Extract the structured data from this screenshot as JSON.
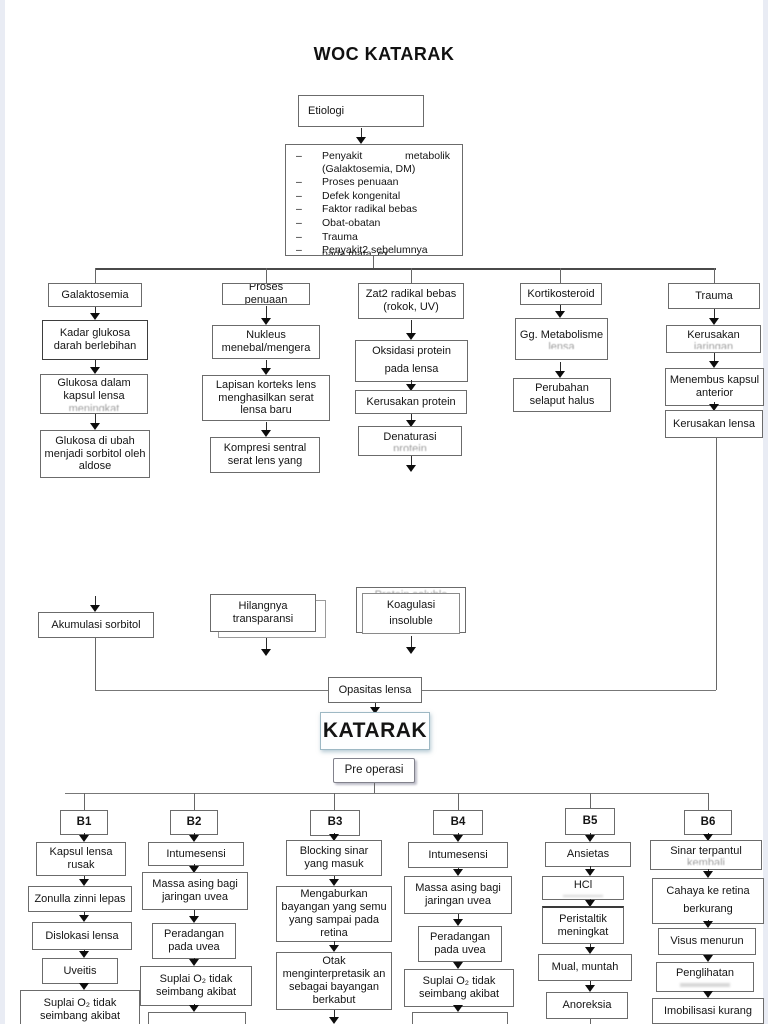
{
  "title": "WOC KATARAK",
  "etiologi_list": {
    "dash": "–",
    "causes": [
      "Penyakit metabolik (Galaktosemia, DM)",
      "Proses penuaan",
      "Defek kongenital",
      "Faktor radikal bebas",
      "Obat-obatan",
      "Trauma"
    ],
    "causes_last": {
      "line1": "Penyakit2 sebelumnya",
      "line2": "pada mata,   ex   :"
    }
  },
  "nodes": {
    "etiologi": "Etiologi",
    "galaktosemia": "Galaktosemia",
    "proses_penuaan": "Proses penuaan",
    "zat2": "Zat2 radikal bebas (rokok, UV)",
    "kortikosteroid": "Kortikosteroid",
    "trauma": "Trauma",
    "kadar_glukosa": "Kadar glukosa darah berlebihan",
    "glukosa_kapsul": "Glukosa dalam kapsul lensa",
    "glukosa_sorbitol": "Glukosa di ubah menjadi sorbitol oleh aldose",
    "akumulasi_sorbitol": "Akumulasi sorbitol",
    "nukleus": "Nukleus menebal/mengera",
    "lapisan_korteks": "Lapisan korteks lens menghasilkan serat lensa baru",
    "kompresi_sentral": "Kompresi sentral serat lens yang",
    "hilangnya_transparansi": "Hilangnya transparansi",
    "oksidasi_protein": "Oksidasi protein pada lensa",
    "kerusakan_protein": "Kerusakan protein",
    "denaturasi": "Denaturasi",
    "koagulasi_line1": "Koagulasi",
    "koagulasi_line2": "insoluble",
    "gg_metabolisme": "Gg. Metabolisme",
    "perubahan_selaput": "Perubahan selaput halus",
    "kerusakan_jaringan": "Kerusakan",
    "menembus_kapsul": "Menembus kapsul anterior",
    "kerusakan_lensa": "Kerusakan lensa",
    "opasitas_lensa": "Opasitas lensa",
    "katarak": "KATARAK",
    "pre_operasi": "Pre operasi",
    "b1": "B1",
    "b2": "B2",
    "b3": "B3",
    "b4": "B4",
    "b5": "B5",
    "b6": "B6",
    "b1_kapsul": "Kapsul lensa rusak",
    "b1_zonulla": "Zonulla zinni lepas",
    "b1_dislokasi": "Dislokasi lensa",
    "b1_uveitis": "Uveitis",
    "b1_suplai": "Suplai O₂ tidak seimbang akibat",
    "b2_intumesensi": "Intumesensi",
    "b2_massa": "Massa asing bagi jaringan uvea",
    "b2_peradangan": "Peradangan pada uvea",
    "b2_suplai": "Suplai O₂ tidak seimbang akibat",
    "b3_blocking": "Blocking sinar yang masuk",
    "b3_mengaburkan": "Mengaburkan bayangan yang semu yang sampai pada retina",
    "b3_otak": "Otak menginterpretasik an sebagai bayangan berkabut",
    "b4_intumesensi": "Intumesensi",
    "b4_massa": "Massa asing bagi jaringan uvea",
    "b4_peradangan": "Peradangan pada uvea",
    "b4_suplai": "Suplai O₂ tidak seimbang akibat",
    "b5_ansietas": "Ansietas",
    "b5_hcl": "HCl",
    "b5_peristaltik": "Peristaltik meningkat",
    "b5_mual": "Mual, muntah",
    "b5_anoreksia": "Anoreksia",
    "b6_sinar": "Sinar terpantul",
    "b6_cahaya": "Cahaya ke retina berkurang",
    "b6_visus": "Visus menurun",
    "b6_penglihatan": "Penglihatan",
    "b6_imobilisasi": "Imobilisasi kurang"
  },
  "clips": {
    "glukosa_kapsul": "meningkat",
    "denaturasi": "protein",
    "protein_soluble": "Protein soluble",
    "gg_metabolisme": "lensa",
    "kerusakan_jaringan": "jaringan",
    "b6_sinar": "kembali"
  }
}
